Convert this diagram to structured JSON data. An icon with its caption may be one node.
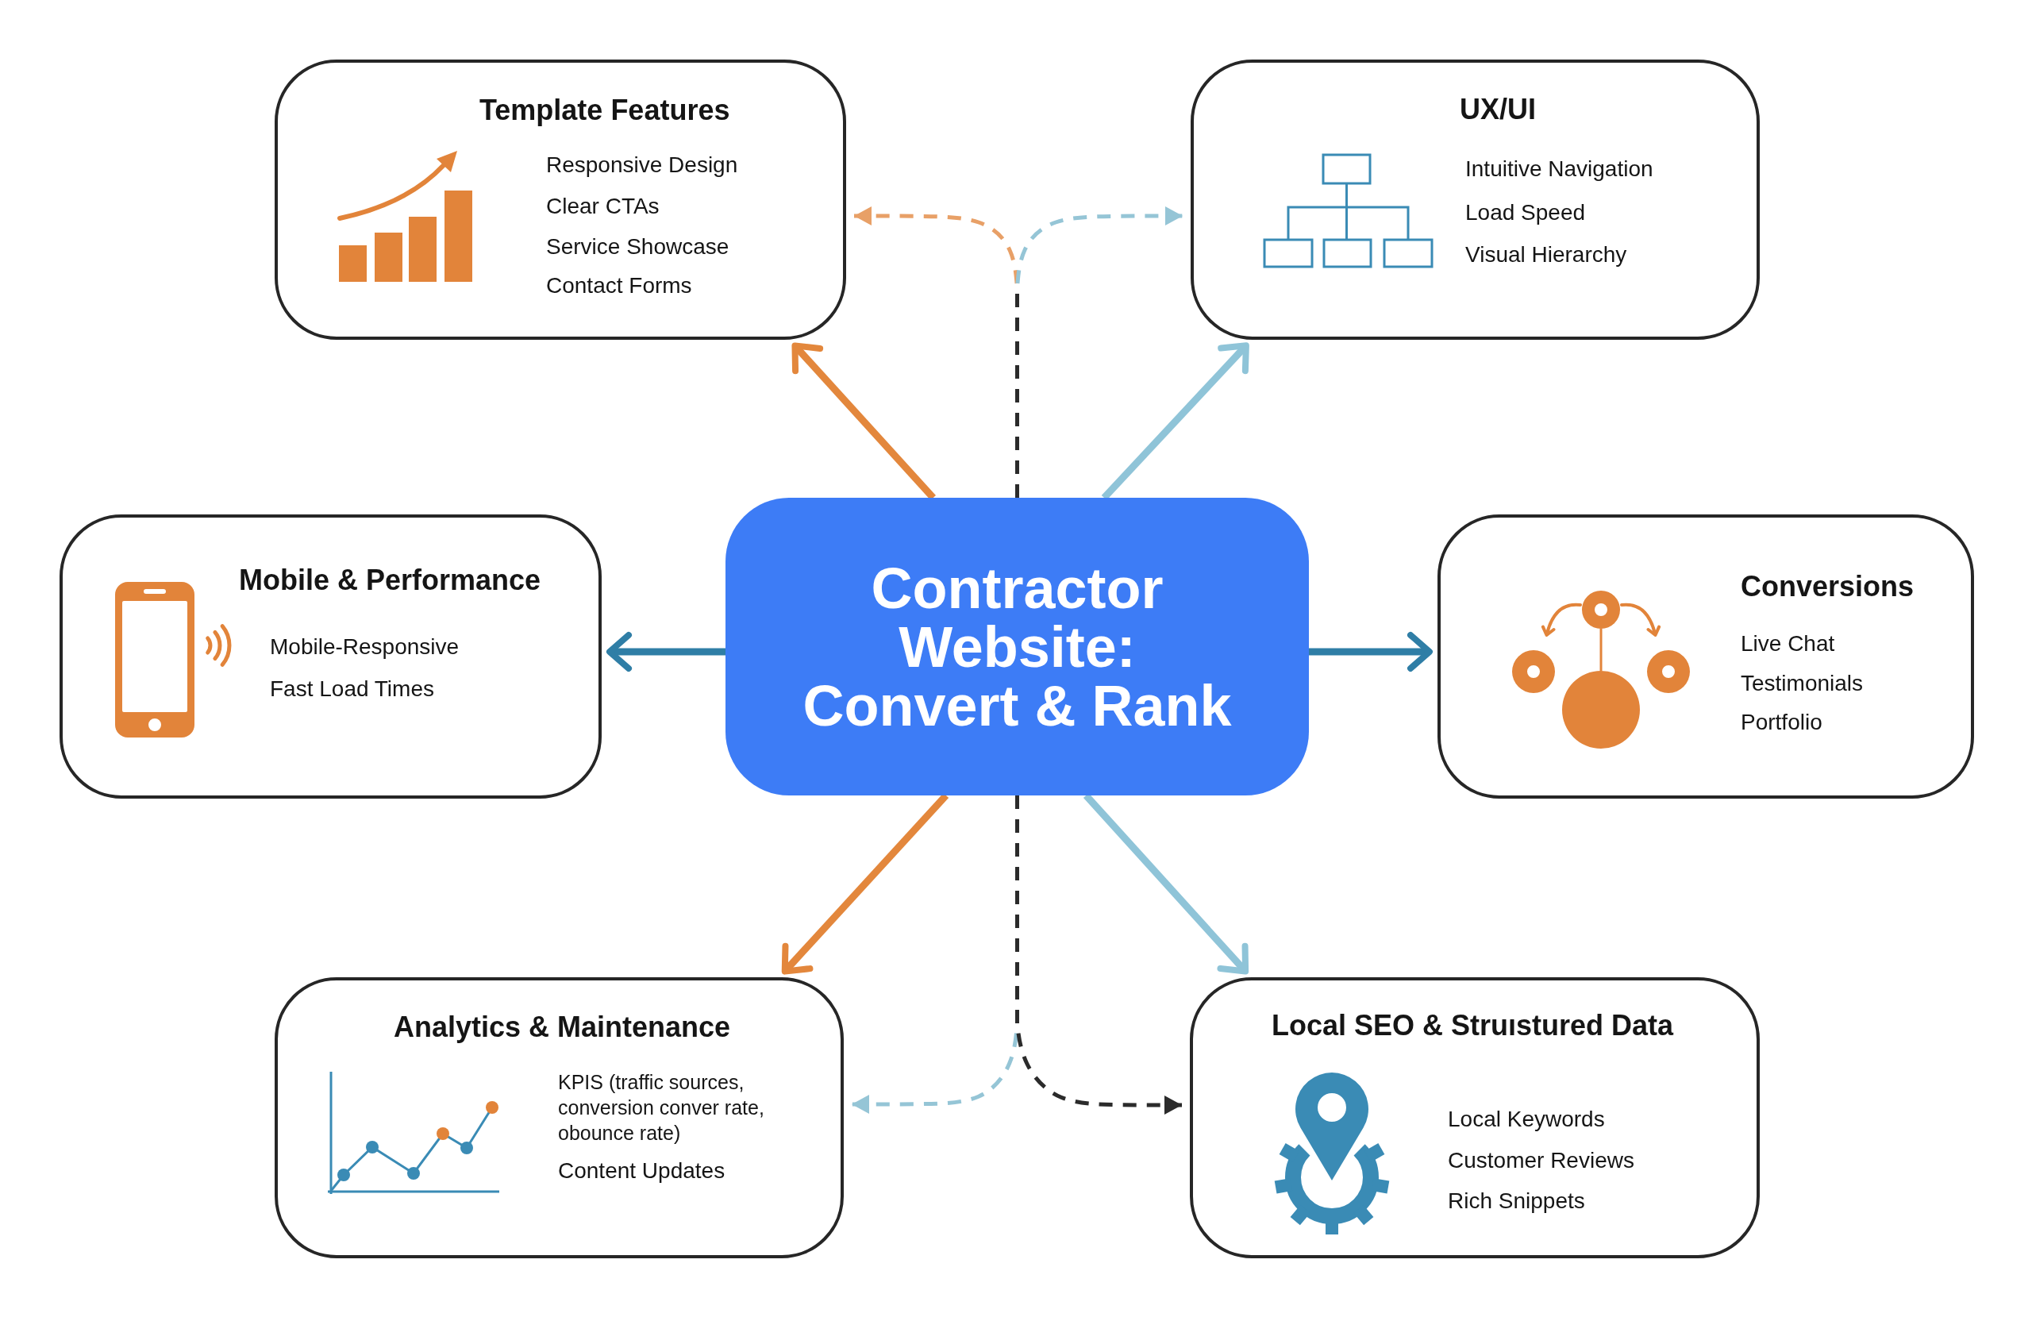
{
  "diagram": {
    "nodes": [
      {
        "text": [
          "Template Features",
          "Responsive Design",
          "Clear CTAs",
          "Service Showcase",
          "Contact Forms"
        ]
      },
      {
        "text": [
          "UX/UI",
          "Intuitive Navigation",
          "Load Speed",
          "Visual Hierarchy"
        ]
      },
      {
        "text": [
          "Mobile & Performance",
          "Mobile-Responsive",
          "Fast Load Times"
        ]
      },
      {
        "text": [
          "Contractor Website: Convert & Rank"
        ]
      },
      {
        "text": [
          "Conversions",
          "Live Chat",
          "Testimonials",
          "Portfolio"
        ]
      },
      {
        "text": [
          "Analytics & Maintenance",
          "KPIS (traffic sources, conversion conver rate, obounce rate)",
          "Content Updates"
        ]
      },
      {
        "text": [
          "Local SEO & Struıstured Data",
          "Local Keywords",
          "Customer Reviews",
          "Rich Snippets"
        ]
      }
    ],
    "edges": [
      {
        "from": 3,
        "to": 0,
        "arrow": "to",
        "color": "#e3873c"
      },
      {
        "from": 3,
        "to": 1,
        "arrow": "to",
        "color": "#8fc4d8"
      },
      {
        "from": 3,
        "to": 2,
        "arrow": "to",
        "color": "#2f7ea6"
      },
      {
        "from": 3,
        "to": 4,
        "arrow": "to",
        "color": "#2f7ea6"
      },
      {
        "from": 3,
        "to": 5,
        "arrow": "to",
        "color": "#e3873c"
      },
      {
        "from": 3,
        "to": 6,
        "arrow": "to",
        "color": "#8fc4d8"
      },
      {
        "from": 3,
        "to": 0,
        "arrow": "to",
        "style": "dashed",
        "color": "#e8a067"
      },
      {
        "from": 3,
        "to": 1,
        "arrow": "to",
        "style": "dashed",
        "color": "#95c5d6"
      },
      {
        "from": 3,
        "to": 5,
        "arrow": "to",
        "style": "dashed",
        "color": "#95c5d6"
      },
      {
        "from": 3,
        "to": 6,
        "arrow": "to",
        "style": "dashed",
        "color": "#2b2b2b"
      }
    ]
  }
}
